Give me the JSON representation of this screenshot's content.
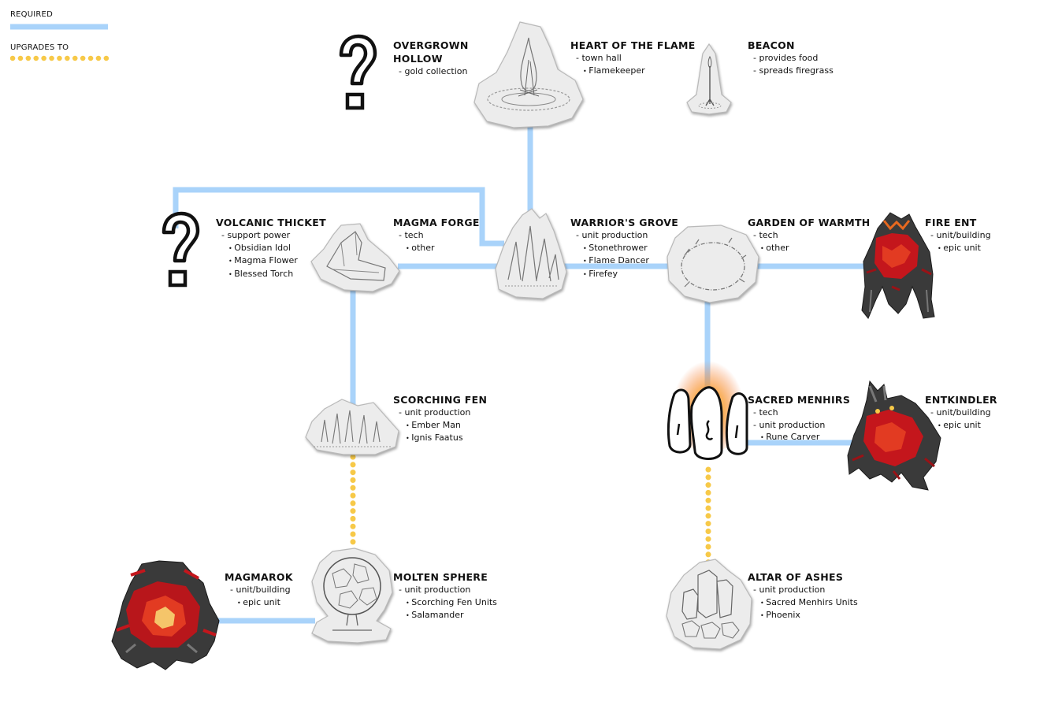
{
  "legend": {
    "required_label": "REQUIRED",
    "upgrades_label": "UPGRADES TO",
    "required_color": "#a9d3fa",
    "upgrade_color": "#f7c948"
  },
  "nodes": {
    "overgrown_hollow": {
      "title1": "OVERGROWN",
      "title2": "HOLLOW",
      "cat": "gold collection",
      "icon": "question-mark"
    },
    "heart_of_flame": {
      "title": "HEART OF THE FLAME",
      "cat": "town hall",
      "items": [
        "Flamekeeper"
      ]
    },
    "beacon": {
      "title": "BEACON",
      "cats": [
        "provides food",
        "spreads firegrass"
      ]
    },
    "volcanic_thicket": {
      "title": "VOLCANIC THICKET",
      "cat": "support power",
      "items": [
        "Obsidian Idol",
        "Magma Flower",
        "Blessed Torch"
      ],
      "icon": "question-mark"
    },
    "magma_forge": {
      "title": "MAGMA FORGE",
      "cat": "tech",
      "items": [
        "other"
      ]
    },
    "warriors_grove": {
      "title": "WARRIOR'S GROVE",
      "cat": "unit production",
      "items": [
        "Stonethrower",
        "Flame Dancer",
        "Firefey"
      ]
    },
    "garden_of_warmth": {
      "title": "GARDEN OF WARMTH",
      "cat": "tech",
      "items": [
        "other"
      ]
    },
    "fire_ent": {
      "title": "FIRE ENT",
      "cat": "unit/building",
      "items": [
        "epic unit"
      ]
    },
    "scorching_fen": {
      "title": "SCORCHING FEN",
      "cat": "unit production",
      "items": [
        "Ember Man",
        "Ignis Faatus"
      ]
    },
    "sacred_menhirs": {
      "title": "SACRED MENHIRS",
      "cats": [
        "tech",
        "unit production"
      ],
      "items": [
        "Rune Carver"
      ]
    },
    "entkindler": {
      "title": "ENTKINDLER",
      "cat": "unit/building",
      "items": [
        "epic unit"
      ]
    },
    "magmarok": {
      "title": "MAGMAROK",
      "cat": "unit/building",
      "items": [
        "epic unit"
      ]
    },
    "molten_sphere": {
      "title": "MOLTEN SPHERE",
      "cat": "unit production",
      "items": [
        "Scorching Fen Units",
        "Salamander"
      ]
    },
    "altar_of_ashes": {
      "title": "ALTAR OF ASHES",
      "cat": "unit production",
      "items": [
        "Sacred Menhirs Units",
        "Phoenix"
      ]
    }
  }
}
